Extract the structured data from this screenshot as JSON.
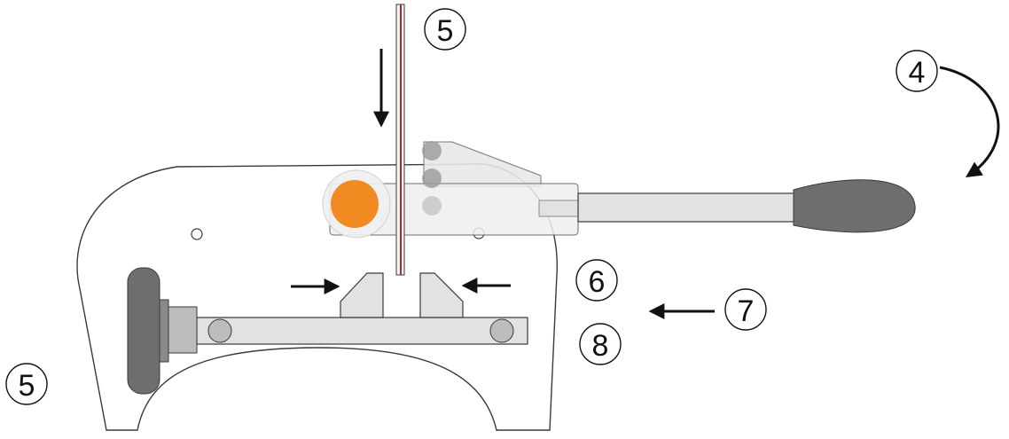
{
  "callouts": {
    "top_blade": "5",
    "rotate_handle": "4",
    "jaws": "6",
    "push_direction": "7",
    "clamp_screw": "8",
    "base": "5"
  },
  "colors": {
    "outline": "#3a3a3a",
    "knob_dark": "#6e6e6e",
    "part_light": "#e2e2e2",
    "part_mid": "#bdbdbd",
    "pivot_orange": "#f28a22",
    "blade_red": "#a52a2a",
    "arrow": "#111111"
  },
  "icons": {
    "direction_arrow": "arrow-shape",
    "rotation_arrow": "curved-arrow-shape"
  }
}
